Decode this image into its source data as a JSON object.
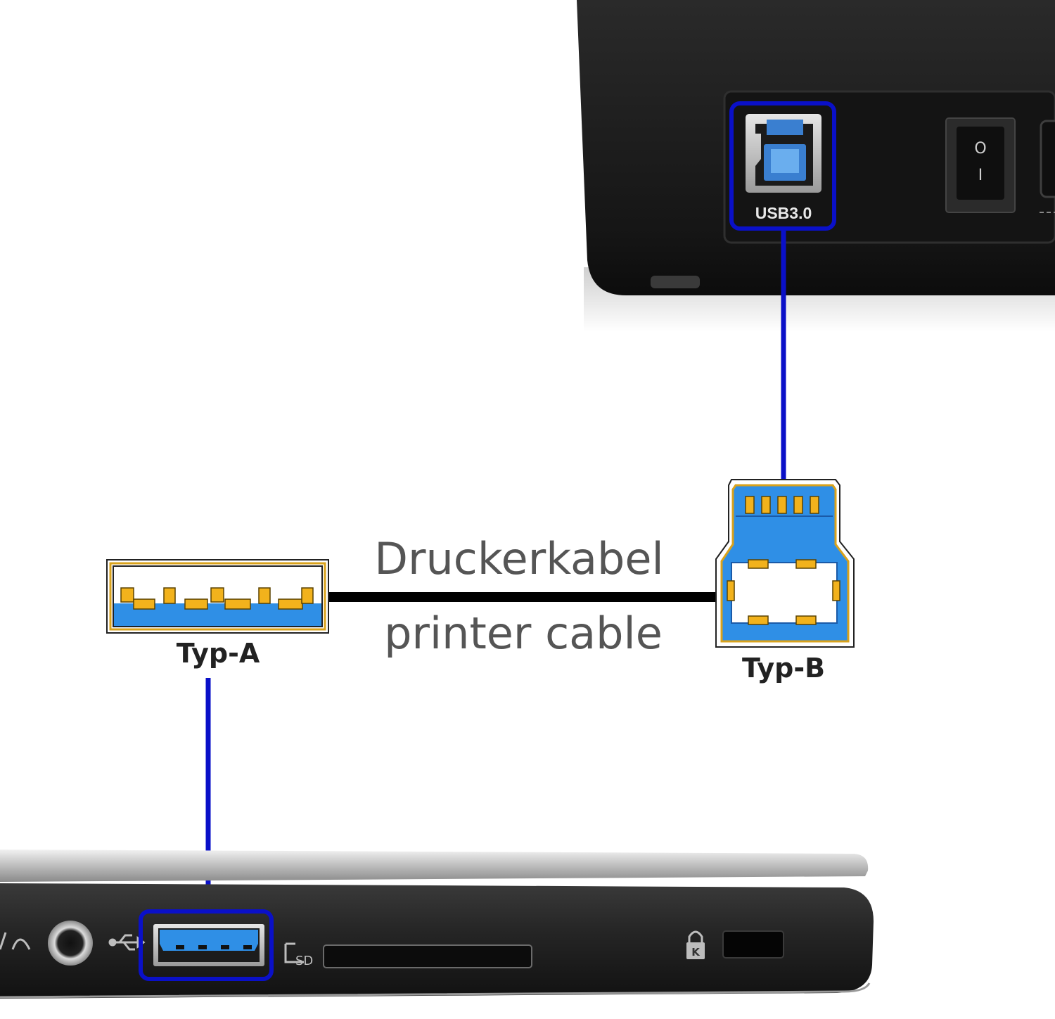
{
  "device_port_label": "USB3.0",
  "cable_label_de": "Druckerkabel",
  "cable_label_en": "printer cable",
  "connector_a_label": "Typ-A",
  "connector_b_label": "Typ-B",
  "sd_slot_label": "SD",
  "lock_label": "K",
  "power_switch_on": "I",
  "power_switch_off": "O",
  "colors": {
    "highlight": "#0a10c8",
    "usb_blue": "#2f8fe6",
    "contact_gold": "#f2b21c",
    "device_body": "#1e1e1e",
    "laptop_lid": "#c8c8c8",
    "laptop_base": "#232323"
  },
  "icons": [
    "usb-icon",
    "headphone-icon",
    "sd-card-icon",
    "kensington-lock-icon",
    "power-switch-icon"
  ]
}
